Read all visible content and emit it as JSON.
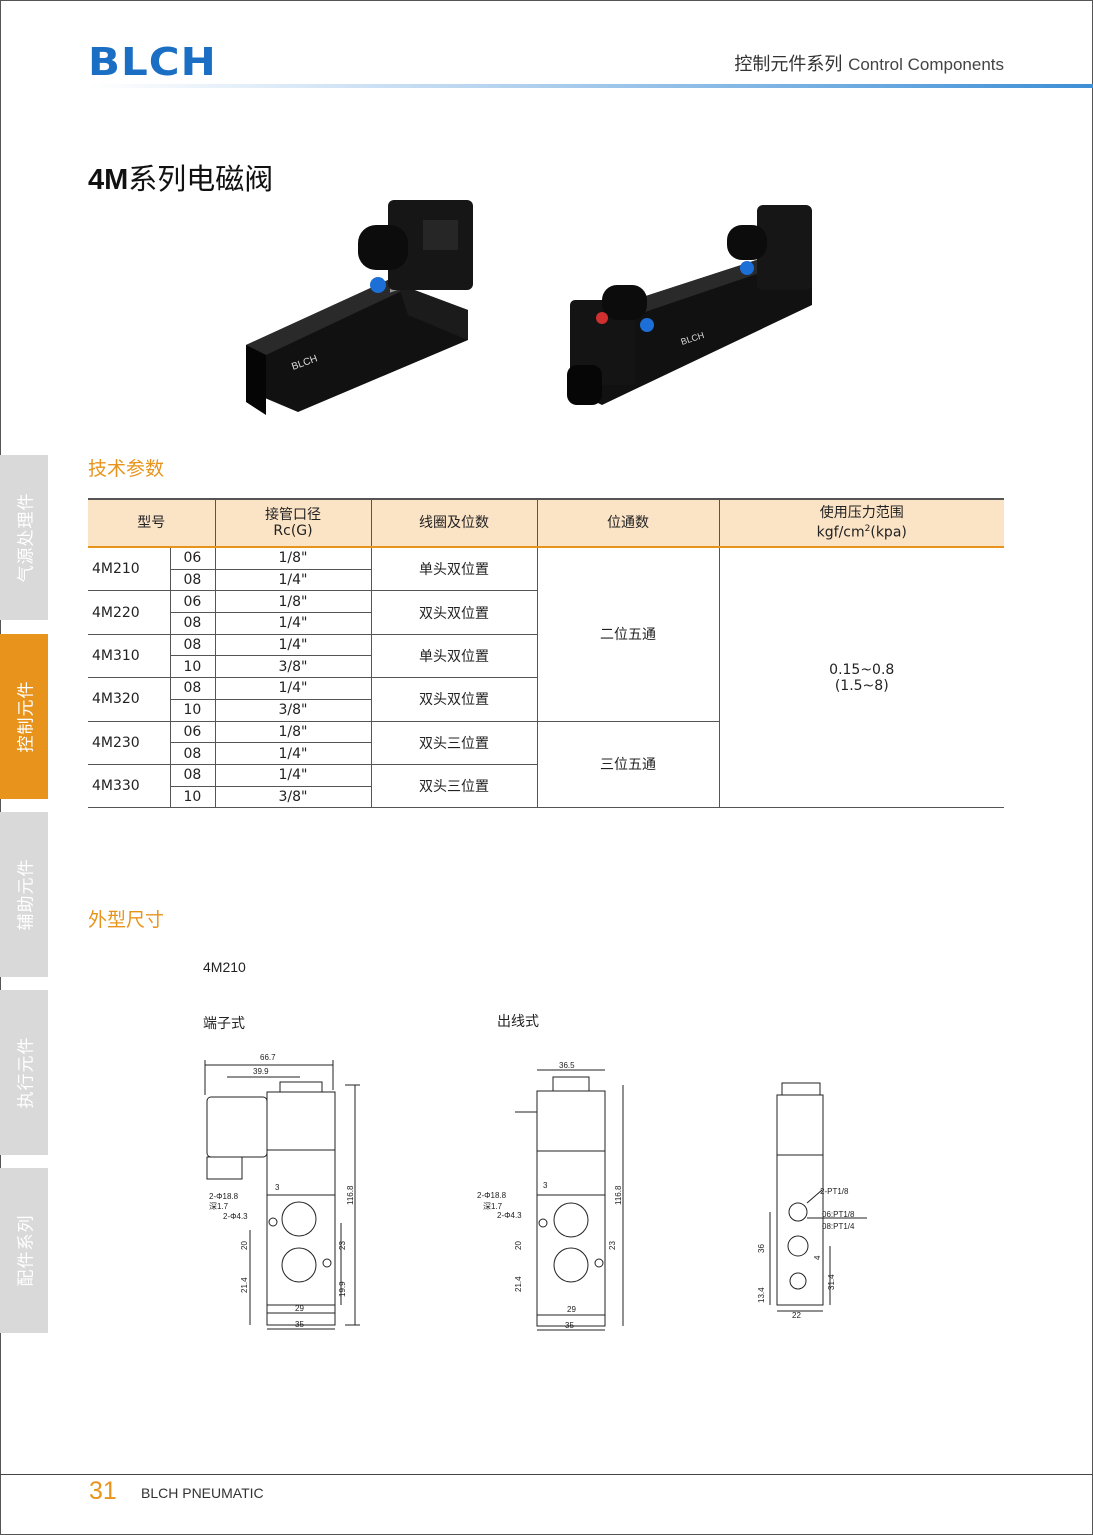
{
  "header": {
    "logo_text": "BLCH",
    "category_cn": "控制元件系列",
    "category_en": "Control Components",
    "brand_color": "#1a6fc4",
    "accent_color": "#e8941c"
  },
  "title": {
    "model": "4M",
    "name": "系列电磁阀"
  },
  "product_photos": [
    {
      "label_text": "BLCH"
    },
    {
      "label_text": "BLCH"
    }
  ],
  "spec_section": {
    "heading": "技术参数",
    "columns": {
      "model": "型号",
      "port_line1": "接管口径",
      "port_line2": "Rc(G)",
      "coil": "线圈及位数",
      "positions": "位通数",
      "pressure_line1": "使用压力范围",
      "pressure_line2_a": "kgf/cm",
      "pressure_line2_sup": "2",
      "pressure_line2_b": "(kpa)"
    },
    "rows": [
      {
        "model": "4M210",
        "code": "06",
        "port": "1/8\"",
        "coil": "单头双位置"
      },
      {
        "model": "",
        "code": "08",
        "port": "1/4\"",
        "coil": ""
      },
      {
        "model": "4M220",
        "code": "06",
        "port": "1/8\"",
        "coil": "双头双位置"
      },
      {
        "model": "",
        "code": "08",
        "port": "1/4\"",
        "coil": ""
      },
      {
        "model": "4M310",
        "code": "08",
        "port": "1/4\"",
        "coil": "单头双位置"
      },
      {
        "model": "",
        "code": "10",
        "port": "3/8\"",
        "coil": ""
      },
      {
        "model": "4M320",
        "code": "08",
        "port": "1/4\"",
        "coil": "双头双位置"
      },
      {
        "model": "",
        "code": "10",
        "port": "3/8\"",
        "coil": ""
      },
      {
        "model": "4M230",
        "code": "06",
        "port": "1/8\"",
        "coil": "双头三位置"
      },
      {
        "model": "",
        "code": "08",
        "port": "1/4\"",
        "coil": ""
      },
      {
        "model": "4M330",
        "code": "08",
        "port": "1/4\"",
        "coil": "双头三位置"
      },
      {
        "model": "",
        "code": "10",
        "port": "3/8\"",
        "coil": ""
      }
    ],
    "positions_group1": "二位五通",
    "positions_group2": "三位五通",
    "pressure_line1": "0.15~0.8",
    "pressure_line2": "(1.5~8)"
  },
  "dimension_section": {
    "heading": "外型尺寸",
    "model": "4M210",
    "view1_label": "端子式",
    "view2_label": "出线式",
    "drawing1": {
      "w_total": "66.7",
      "w_coil": "39.9",
      "h": "116.8",
      "d3": "3",
      "hole1": "2-Φ18.8",
      "depth": "深1.7",
      "hole2": "2-Φ4.3",
      "d20": "20",
      "d23": "23",
      "d214": "21.4",
      "d199": "19.9",
      "d29": "29",
      "d35": "35"
    },
    "drawing2": {
      "w": "36.5",
      "h": "116.8",
      "d3": "3",
      "hole1": "2-Φ18.8",
      "depth": "深1.7",
      "hole2": "2-Φ4.3",
      "d20": "20",
      "d23": "23",
      "d214": "21.4",
      "d29": "29",
      "d35": "35"
    },
    "drawing3": {
      "pt1": "2-PT1/8",
      "pt2": "06:PT1/8",
      "pt3": "08:PT1/4",
      "d36": "36",
      "d134": "13.4",
      "d314": "31.4",
      "d4": "4",
      "d22": "22"
    }
  },
  "side_tabs": [
    {
      "label": "气源处理件",
      "active": false
    },
    {
      "label": "控制元件",
      "active": true
    },
    {
      "label": "辅助元件",
      "active": false
    },
    {
      "label": "执行元件",
      "active": false
    },
    {
      "label": "配件系列",
      "active": false
    }
  ],
  "footer": {
    "page_number": "31",
    "brand": "BLCH PNEUMATIC"
  }
}
